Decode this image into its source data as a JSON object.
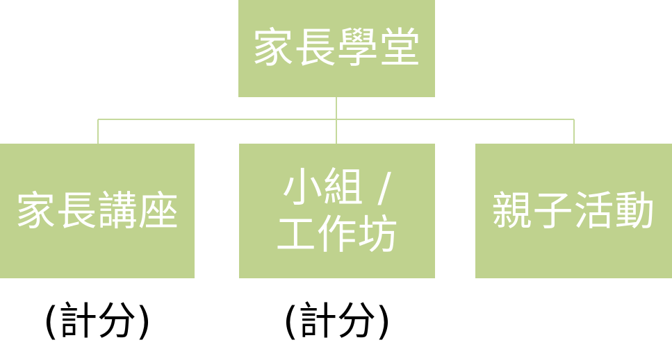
{
  "diagram": {
    "root": {
      "label": "家長學堂"
    },
    "children": [
      {
        "label": "家長講座",
        "note": "(計分)"
      },
      {
        "label_line1": "小組 /",
        "label_line2": "工作坊",
        "note": "(計分)"
      },
      {
        "label": "親子活動"
      }
    ]
  },
  "colors": {
    "node_fill": "#bfd28e",
    "connector": "#c5d99c",
    "node_text": "#ffffff",
    "note_text": "#000000"
  }
}
